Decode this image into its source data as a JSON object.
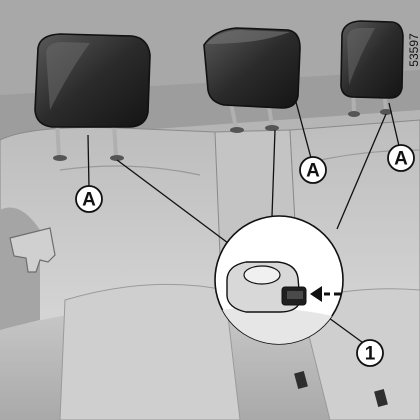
{
  "figure": {
    "reference_number": "53597",
    "callouts": {
      "headrest_left": "A",
      "headrest_center": "A",
      "headrest_right": "A",
      "release_button": "1"
    }
  },
  "colors": {
    "seat_fabric": "#c8c8c8",
    "seat_shadow": "#9a9a9a",
    "headrest": "#2b2b2b",
    "outline": "#111111",
    "background_interior": "#b3b3b3"
  }
}
